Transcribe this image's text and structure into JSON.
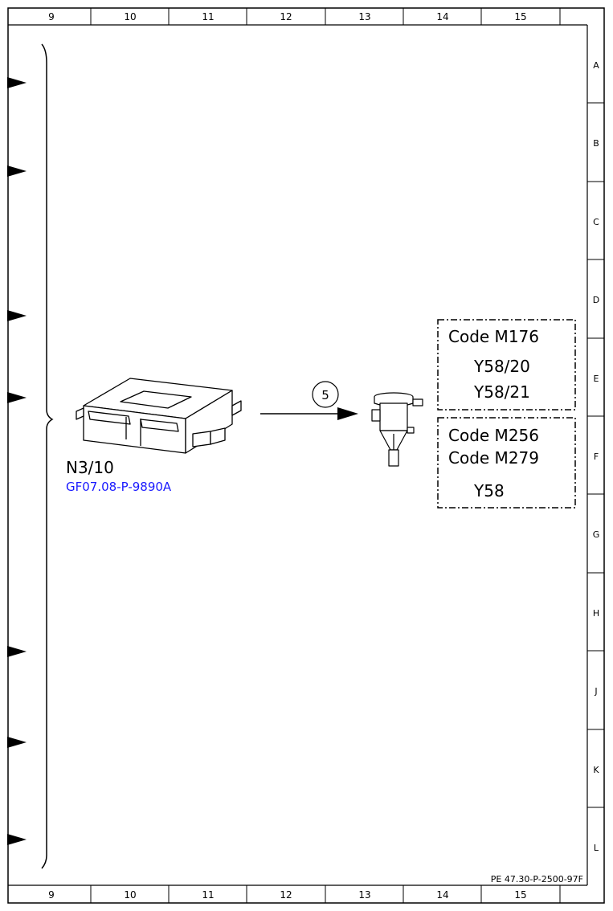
{
  "frame": {
    "top_columns": [
      "9",
      "10",
      "11",
      "12",
      "13",
      "14",
      "15"
    ],
    "bottom_columns": [
      "9",
      "10",
      "11",
      "12",
      "13",
      "14",
      "15"
    ],
    "rows": [
      "A",
      "B",
      "C",
      "D",
      "E",
      "F",
      "G",
      "H",
      "J",
      "K",
      "L"
    ],
    "document_ref": "PE 47.30-P-2500-97F"
  },
  "component": {
    "id": "N3/10",
    "link": "GF07.08-P-9890A"
  },
  "connection": {
    "number": "5"
  },
  "variants": [
    {
      "codes": [
        "Code M176"
      ],
      "parts": [
        "Y58/20",
        "Y58/21"
      ]
    },
    {
      "codes": [
        "Code M256",
        "Code M279"
      ],
      "parts": [
        "Y58"
      ]
    }
  ],
  "colors": {
    "link": "#1a1aff",
    "line": "#000000"
  }
}
